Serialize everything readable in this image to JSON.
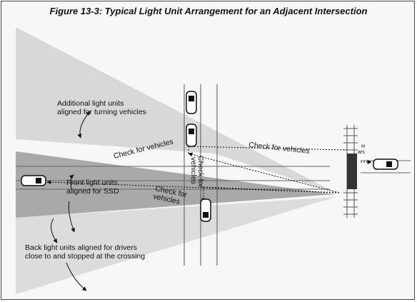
{
  "figure": {
    "title": "Figure 13-3:  Typical Light Unit Arrangement for an Adjacent Intersection"
  },
  "labels": {
    "additional_line1": "Additional light units",
    "additional_line2": "aligned for turning vehicles",
    "check_vehicles_left": "Check for vehicles",
    "check_vehicles_right": "Check for vehicles",
    "check_vehicles_vertical_1": "Check for",
    "check_vehicles_vertical_2": "vehicles",
    "check_vehicles_lower_1": "Check for",
    "check_vehicles_lower_2": "vehicles",
    "front_line1": "Front light units",
    "front_line2": "aligned for SSD",
    "back_line1": "Back light units aligned for drivers",
    "back_line2": "close to and stopped at the crossing",
    "gate_label_1": "H",
    "gate_label_2": "ars"
  },
  "colors": {
    "light_beam": "#d8d8d8",
    "dark_beam": "#a9a9a9",
    "road_line": "#555555",
    "track": "#555555",
    "signal_housing": "#333333"
  }
}
